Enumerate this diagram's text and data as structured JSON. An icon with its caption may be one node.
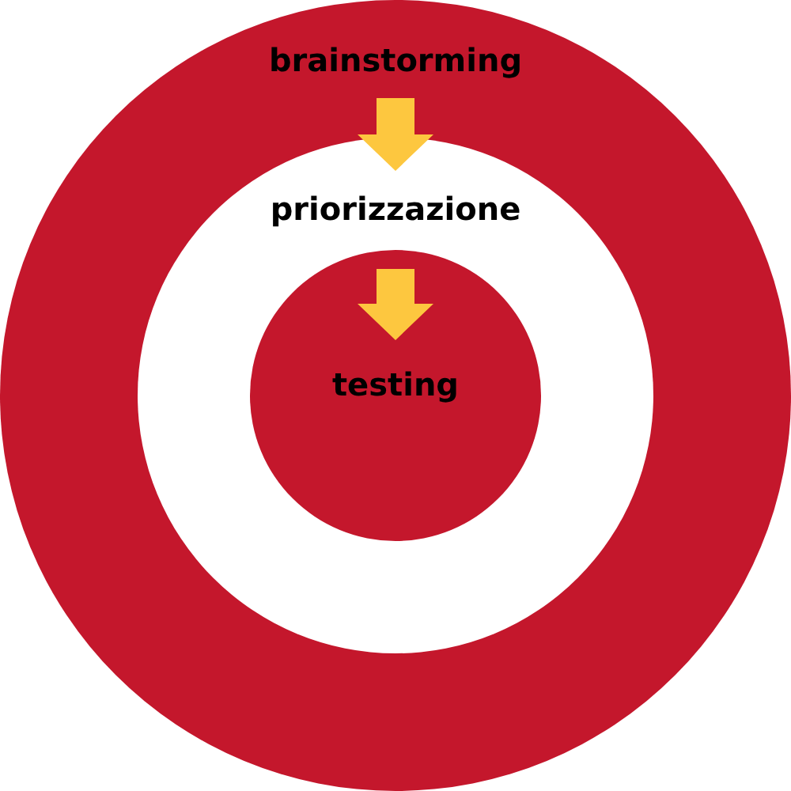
{
  "diagram": {
    "nodes": [
      {
        "text": [
          "brainstorming"
        ]
      },
      {
        "text": [
          "priorizzazione"
        ],
        "in": 0
      },
      {
        "text": [
          "testing"
        ],
        "in": 1
      }
    ],
    "edges": [
      {
        "from": 0,
        "to": 1,
        "arrow": "to",
        "style": "thick"
      },
      {
        "from": 1,
        "to": 2,
        "arrow": "to",
        "style": "thick"
      }
    ]
  }
}
